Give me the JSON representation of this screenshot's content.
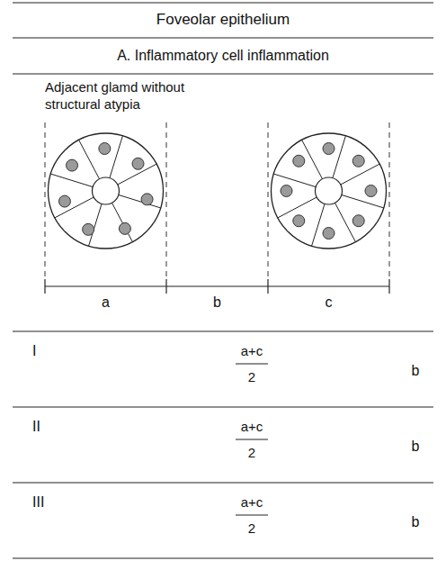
{
  "diagram": {
    "labels": [
      "Foveolar epithelium",
      "A. Inflammatory cell inflammation",
      "Adjacent glamd without structural atypia",
      "a",
      "b",
      "c",
      "I",
      "a+c",
      "2",
      "b",
      "II",
      "a+c",
      "2",
      "b",
      "III",
      "a+c",
      "2",
      "b"
    ]
  }
}
